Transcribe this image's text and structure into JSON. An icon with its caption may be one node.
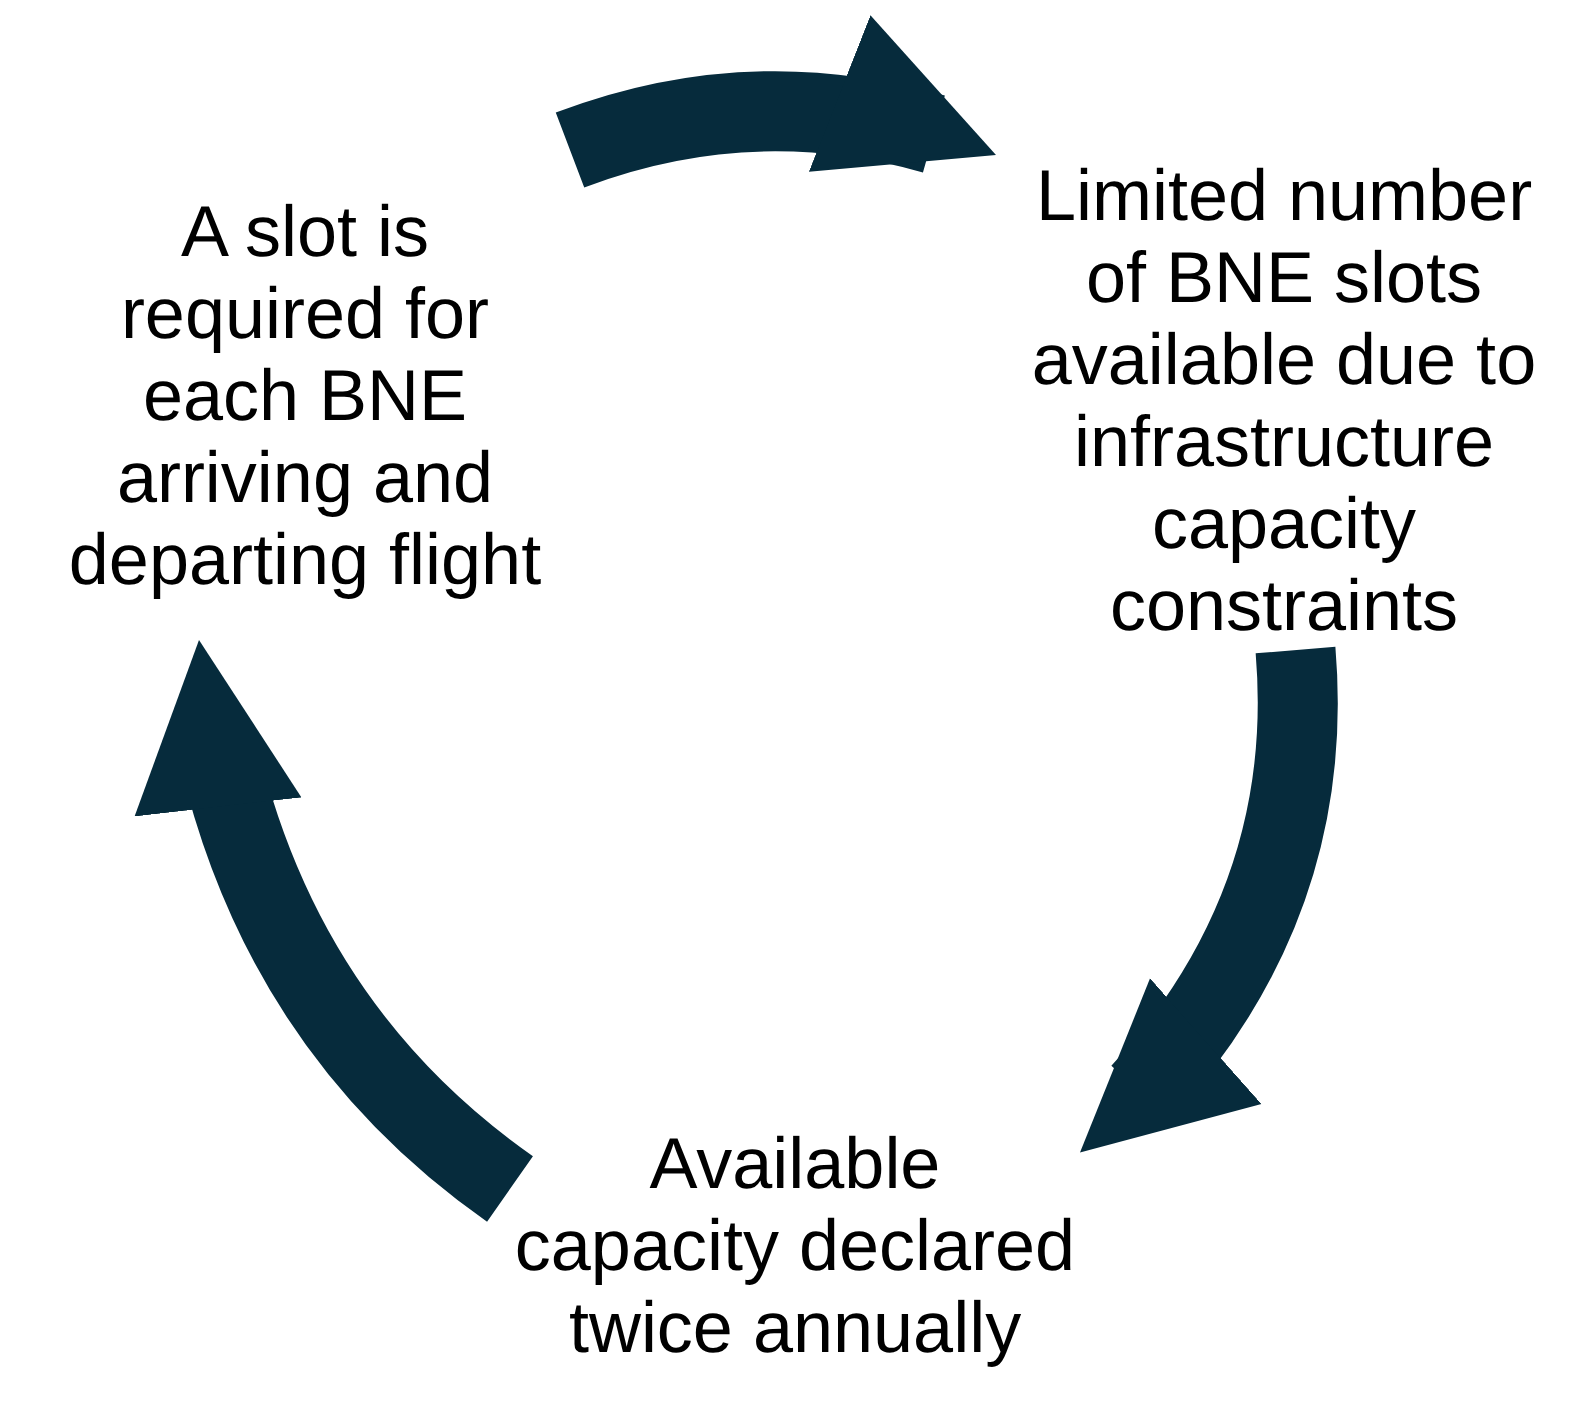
{
  "diagram": {
    "nodes": [
      {
        "text": [
          "A slot is required for each BNE arriving and departing flight"
        ]
      },
      {
        "text": [
          "Limited number of BNE slots available due to infrastructure capacity constraints"
        ]
      },
      {
        "text": [
          "Available capacity declared twice annually"
        ]
      }
    ],
    "edges": [
      {
        "from": 0,
        "to": 1,
        "arrow": "to"
      },
      {
        "from": 1,
        "to": 2,
        "arrow": "to"
      },
      {
        "from": 2,
        "to": 0,
        "arrow": "to"
      }
    ]
  }
}
